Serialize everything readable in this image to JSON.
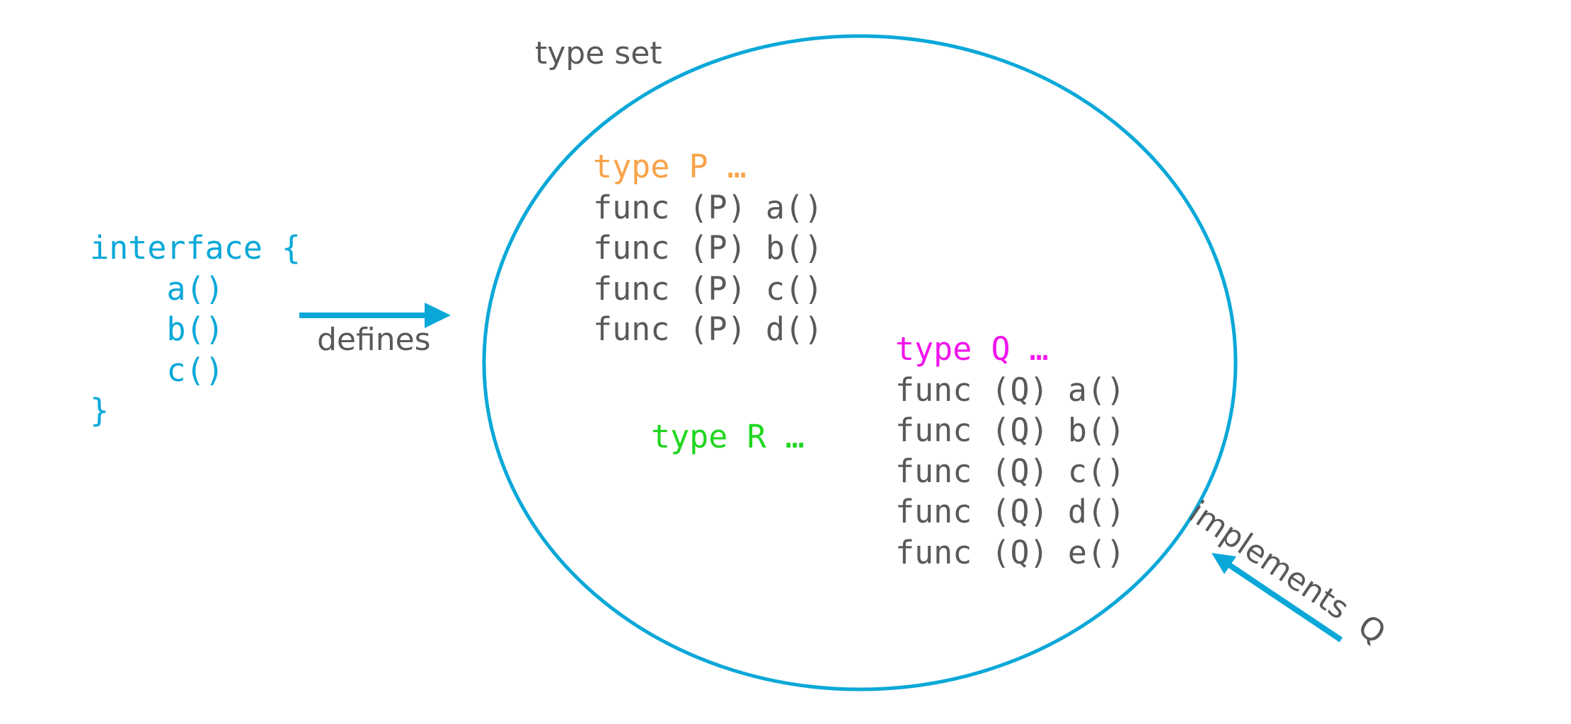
{
  "colors": {
    "cyan": "#0AA8D8",
    "gray": "#58595B",
    "orange": "#F8A348",
    "magenta": "#F113ED",
    "green": "#1FD61F"
  },
  "labels": {
    "type_set": "type set",
    "defines": "defines",
    "implements": "implements Q"
  },
  "interface_code": {
    "lines": [
      "interface {",
      "    a()",
      "    b()",
      "    c()",
      "}"
    ]
  },
  "type_p": {
    "header": "type P …",
    "methods": [
      "func (P) a()",
      "func (P) b()",
      "func (P) c()",
      "func (P) d()"
    ]
  },
  "type_q": {
    "header": "type Q …",
    "methods": [
      "func (Q) a()",
      "func (Q) b()",
      "func (Q) c()",
      "func (Q) d()",
      "func (Q) e()"
    ]
  },
  "type_r": {
    "header": "type R …"
  }
}
